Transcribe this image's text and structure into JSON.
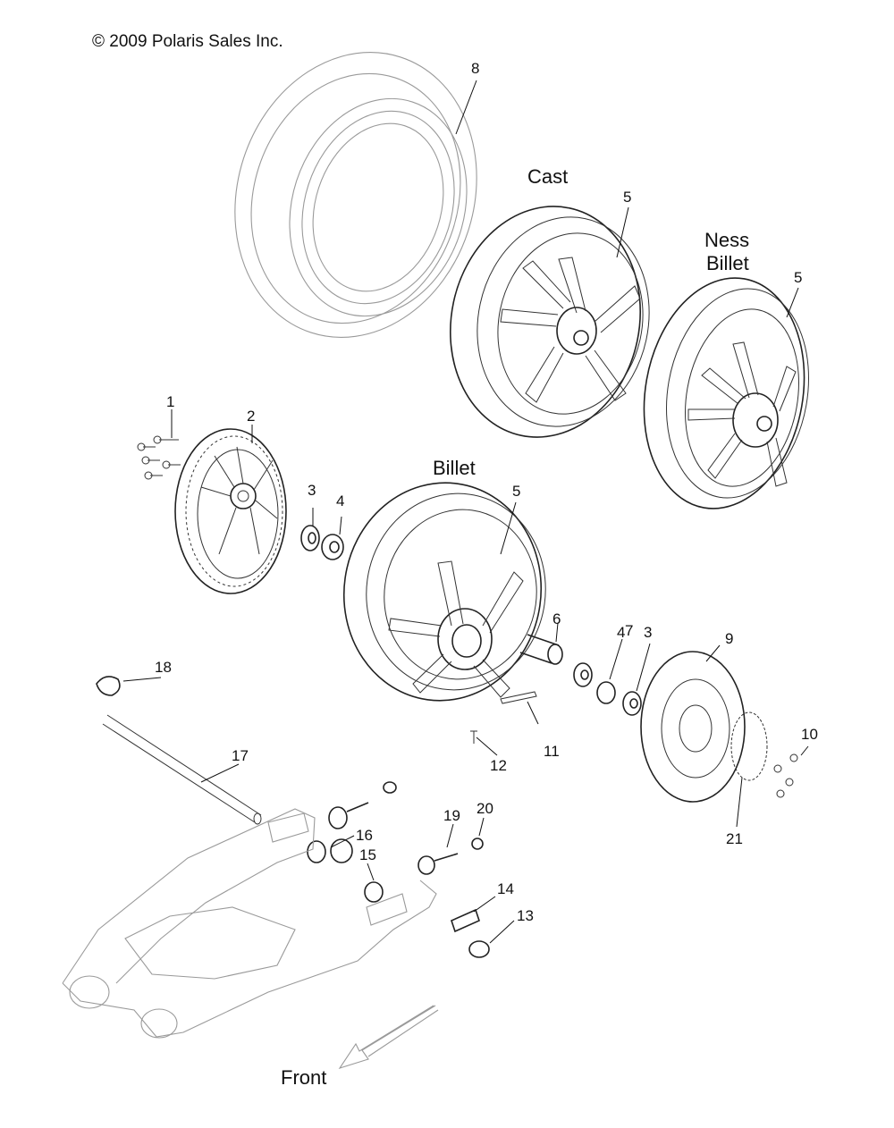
{
  "copyright": "© 2009 Polaris Sales Inc.",
  "variant_labels": {
    "cast": "Cast",
    "ness_1": "Ness",
    "ness_2": "Billet",
    "billet": "Billet"
  },
  "front_label": "Front",
  "callouts": {
    "c1": "1",
    "c2": "2",
    "c3a": "3",
    "c4a": "4",
    "c5_cast": "5",
    "c5_ness": "5",
    "c5_billet": "5",
    "c6": "6",
    "c4b": "4",
    "c7": "7",
    "c3b": "3",
    "c8": "8",
    "c9": "9",
    "c10": "10",
    "c11": "11",
    "c12": "12",
    "c13": "13",
    "c14": "14",
    "c15": "15",
    "c16": "16",
    "c17": "17",
    "c18": "18",
    "c19": "19",
    "c20": "20",
    "c21": "21"
  },
  "colors": {
    "line": "#222222",
    "faint": "#9a9a9a",
    "background": "#ffffff"
  }
}
